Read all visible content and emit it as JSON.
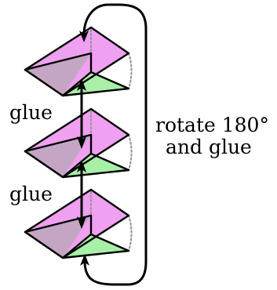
{
  "labels": {
    "glue_1": "glue",
    "glue_2": "glue",
    "rotate_line1": "rotate 180°",
    "rotate_line2": "and glue"
  },
  "colors": {
    "top_face": "#f0a0f0",
    "shadow_face": "#c4a6c4",
    "bottom_face": "#a8f0a8",
    "outline": "#000000",
    "hidden_edge": "#999999"
  }
}
